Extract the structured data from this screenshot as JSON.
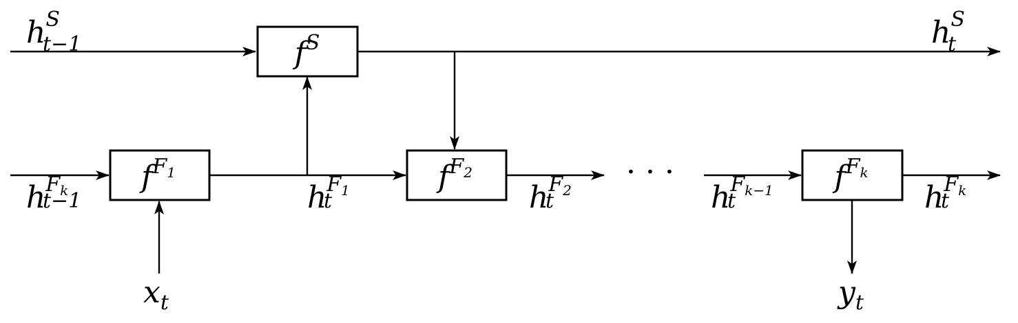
{
  "labels": {
    "h_s_prev": {
      "base": "h",
      "sup": "S",
      "sub": "t−1"
    },
    "h_s_out": {
      "base": "h",
      "sup": "S",
      "sub": "t"
    },
    "h_fk_prev": {
      "base": "h",
      "sup": "F",
      "supsub": "k",
      "sub": "t−1"
    },
    "h_f1": {
      "base": "h",
      "sup": "F",
      "supsub": "1",
      "sub": "t"
    },
    "h_f2": {
      "base": "h",
      "sup": "F",
      "supsub": "2",
      "sub": "t"
    },
    "h_fkm1": {
      "base": "h",
      "sup": "F",
      "supsub": "k−1",
      "sub": "t"
    },
    "h_fk_out": {
      "base": "h",
      "sup": "F",
      "supsub": "k",
      "sub": "t"
    },
    "x_in": {
      "base": "x",
      "sub": "t"
    },
    "y_out": {
      "base": "y",
      "sub": "t"
    },
    "ellipsis": "· · ·"
  },
  "boxes": {
    "fs": {
      "base": "f",
      "sup": "S"
    },
    "ff1": {
      "base": "f",
      "sup": "F",
      "supsub": "1"
    },
    "ff2": {
      "base": "f",
      "sup": "F",
      "supsub": "2"
    },
    "ffk": {
      "base": "f",
      "sup": "F",
      "supsub": "k"
    }
  }
}
